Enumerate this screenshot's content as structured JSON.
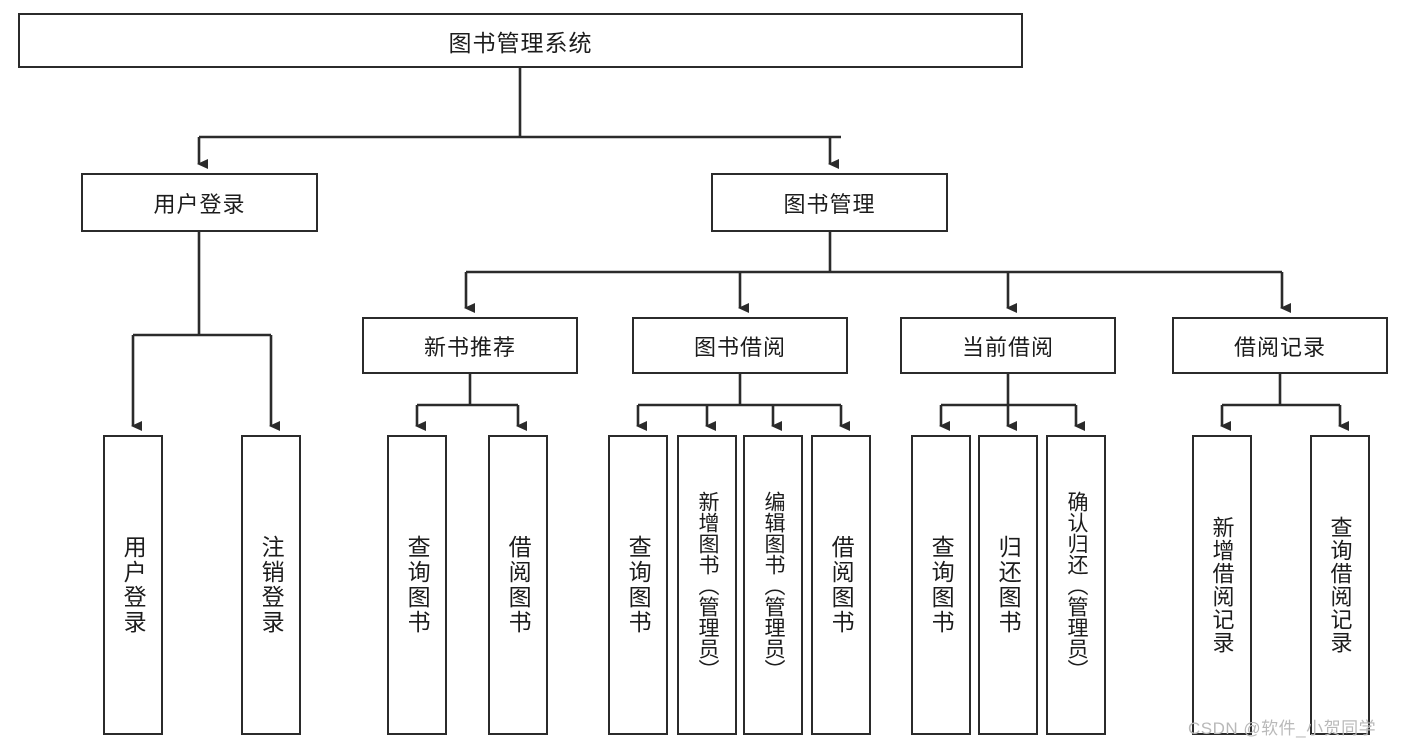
{
  "diagram": {
    "title": "图书管理系统",
    "type": "hierarchy-tree",
    "orientation": "top-down",
    "colors": {
      "stroke": "#2b2b2b",
      "fill": "#ffffff",
      "text": "#1c1c1c",
      "watermark": "#b9b9b9"
    },
    "root": {
      "label": "图书管理系统"
    },
    "level1": [
      {
        "label": "用户登录"
      },
      {
        "label": "图书管理"
      }
    ],
    "level2": [
      {
        "label": "新书推荐"
      },
      {
        "label": "图书借阅"
      },
      {
        "label": "当前借阅"
      },
      {
        "label": "借阅记录"
      }
    ],
    "leaves": {
      "user_login": [
        {
          "label": "用户登录"
        },
        {
          "label": "注销登录"
        }
      ],
      "new_book_recommend": [
        {
          "label": "查询图书"
        },
        {
          "label": "借阅图书"
        }
      ],
      "book_borrow": [
        {
          "label": "查询图书"
        },
        {
          "label": "新增图书（管理员）"
        },
        {
          "label": "编辑图书（管理员）"
        },
        {
          "label": "借阅图书"
        }
      ],
      "current_borrow": [
        {
          "label": "查询图书"
        },
        {
          "label": "归还图书"
        },
        {
          "label": "确认归还（管理员）"
        }
      ],
      "borrow_record": [
        {
          "label": "新增借阅记录"
        },
        {
          "label": "查询借阅记录"
        }
      ]
    }
  },
  "watermark": {
    "text": "CSDN @软件_小贺同学"
  }
}
